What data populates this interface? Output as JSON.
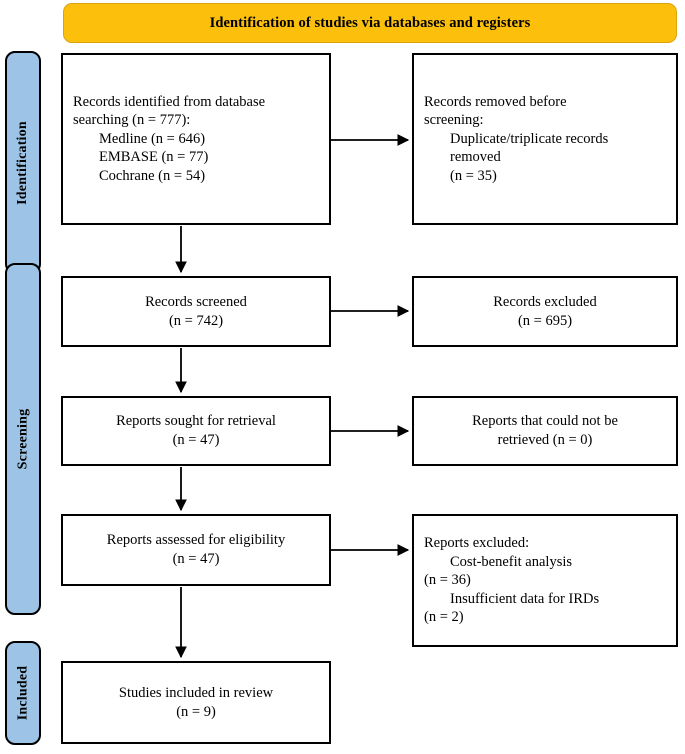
{
  "banner": {
    "title": "Identification of studies via databases and registers"
  },
  "stages": [
    {
      "id": "identification",
      "label": "Identification"
    },
    {
      "id": "screening",
      "label": "Screening"
    },
    {
      "id": "included",
      "label": "Included"
    }
  ],
  "boxes": {
    "identified": {
      "lines": [
        "Records identified from database",
        "searching (n = 777):"
      ],
      "sub": [
        "Medline (n = 646)",
        "EMBASE (n = 77)",
        "Cochrane (n = 54)"
      ]
    },
    "removed": {
      "lines": [
        "Records removed before",
        "screening:"
      ],
      "sub": [
        "Duplicate/triplicate records",
        "removed",
        "(n = 35)"
      ]
    },
    "screened": {
      "lines": [
        "Records screened",
        "(n = 742)"
      ]
    },
    "excluded": {
      "lines": [
        "Records excluded",
        "(n = 695)"
      ]
    },
    "sought": {
      "lines": [
        "Reports sought for retrieval",
        "(n = 47)"
      ]
    },
    "not_retrieved": {
      "lines": [
        "Reports that could not be",
        "retrieved (n = 0)"
      ]
    },
    "assessed": {
      "lines": [
        "Reports assessed for eligibility",
        "(n = 47)"
      ]
    },
    "reports_excluded": {
      "lines": [
        "Reports excluded:"
      ],
      "sub": [
        "Cost-benefit analysis",
        "(n = 36)",
        "Insufficient data for IRDs",
        "(n = 2)"
      ]
    },
    "included": {
      "lines": [
        "Studies included in review",
        "(n = 9)"
      ]
    }
  },
  "colors": {
    "banner_fill": "#FCC00C",
    "banner_border": "#D9A40A",
    "stage_fill": "#9DC3E6",
    "line": "#000000",
    "box_fill": "#FFFFFF"
  }
}
